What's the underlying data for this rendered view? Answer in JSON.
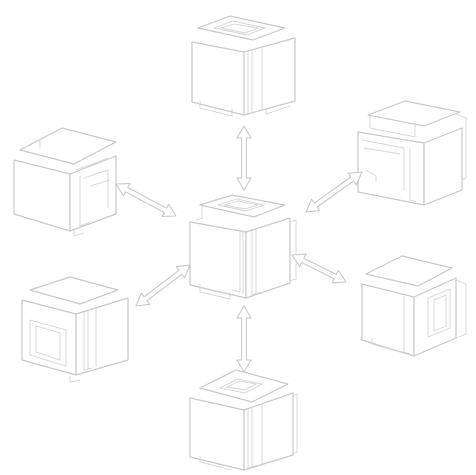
{
  "diagram": {
    "kind": "exploded-connector-assembly",
    "palette": {
      "background": "#ffffff",
      "line": "#c9c9c9",
      "fill": "#ffffff"
    },
    "center_part": "center-cube",
    "parts": [
      {
        "id": "top-cube",
        "name": "top-cube",
        "view": "open-top"
      },
      {
        "id": "upper-right-cube",
        "name": "upper-right-cube",
        "view": "side-slot"
      },
      {
        "id": "lower-right-cube",
        "name": "lower-right-cube",
        "view": "open-side"
      },
      {
        "id": "bottom-cube",
        "name": "bottom-cube",
        "view": "open-top"
      },
      {
        "id": "lower-left-cube",
        "name": "lower-left-cube",
        "view": "open-front"
      },
      {
        "id": "upper-left-cube",
        "name": "upper-left-cube",
        "view": "side-slot"
      }
    ],
    "connections": [
      {
        "from": "center-cube",
        "to": "top-cube",
        "direction": "up"
      },
      {
        "from": "center-cube",
        "to": "upper-right-cube",
        "direction": "up-right"
      },
      {
        "from": "center-cube",
        "to": "lower-right-cube",
        "direction": "down-right"
      },
      {
        "from": "center-cube",
        "to": "bottom-cube",
        "direction": "down"
      },
      {
        "from": "center-cube",
        "to": "lower-left-cube",
        "direction": "down-left"
      },
      {
        "from": "center-cube",
        "to": "upper-left-cube",
        "direction": "up-left"
      }
    ]
  }
}
